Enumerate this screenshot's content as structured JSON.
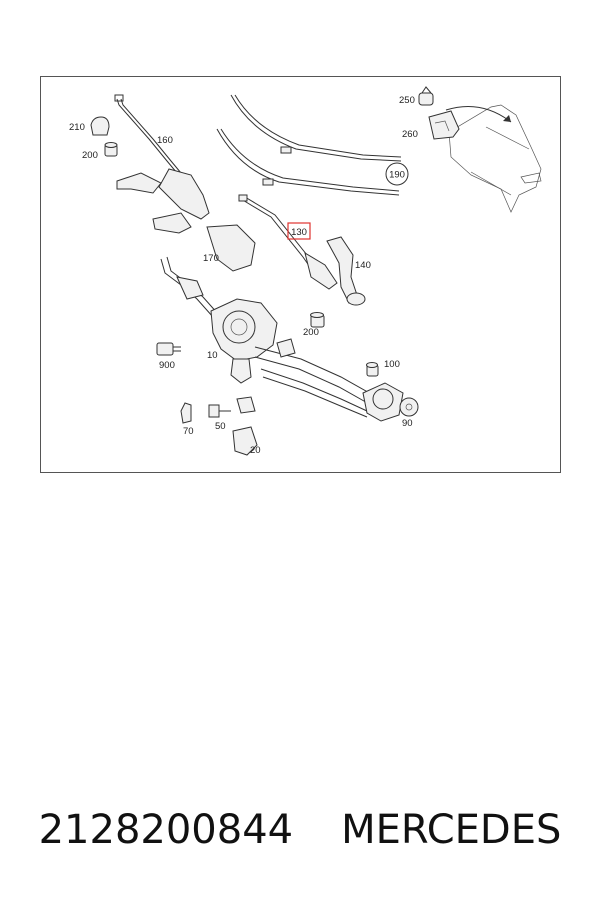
{
  "diagram": {
    "callouts": [
      {
        "id": "250",
        "highlighted": false
      },
      {
        "id": "210",
        "highlighted": false
      },
      {
        "id": "160",
        "highlighted": false
      },
      {
        "id": "260",
        "highlighted": false
      },
      {
        "id": "200",
        "highlighted": false
      },
      {
        "id": "190",
        "highlighted": false,
        "circled": true
      },
      {
        "id": "130",
        "highlighted": true
      },
      {
        "id": "170",
        "highlighted": false
      },
      {
        "id": "140",
        "highlighted": false
      },
      {
        "id": "200",
        "highlighted": false
      },
      {
        "id": "900",
        "highlighted": false
      },
      {
        "id": "10",
        "highlighted": false
      },
      {
        "id": "100",
        "highlighted": false
      },
      {
        "id": "70",
        "highlighted": false
      },
      {
        "id": "50",
        "highlighted": false
      },
      {
        "id": "90",
        "highlighted": false
      },
      {
        "id": "20",
        "highlighted": false
      }
    ],
    "highlight_color": "#e0322f"
  },
  "caption": {
    "part_number": "2128200844",
    "brand": "MERCEDES"
  }
}
